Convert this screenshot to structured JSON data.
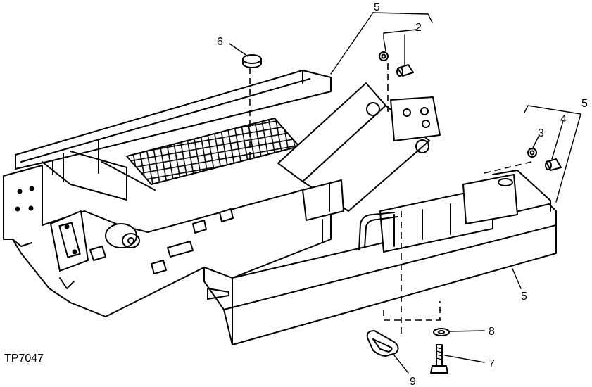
{
  "figure": {
    "id_label": "TP7047",
    "callouts": {
      "c5_top": "5",
      "c2": "2",
      "c6": "6",
      "c5_right": "5",
      "c4": "4",
      "c3": "3",
      "c5_bottom": "5",
      "c8": "8",
      "c7": "7",
      "c9": "9"
    }
  }
}
